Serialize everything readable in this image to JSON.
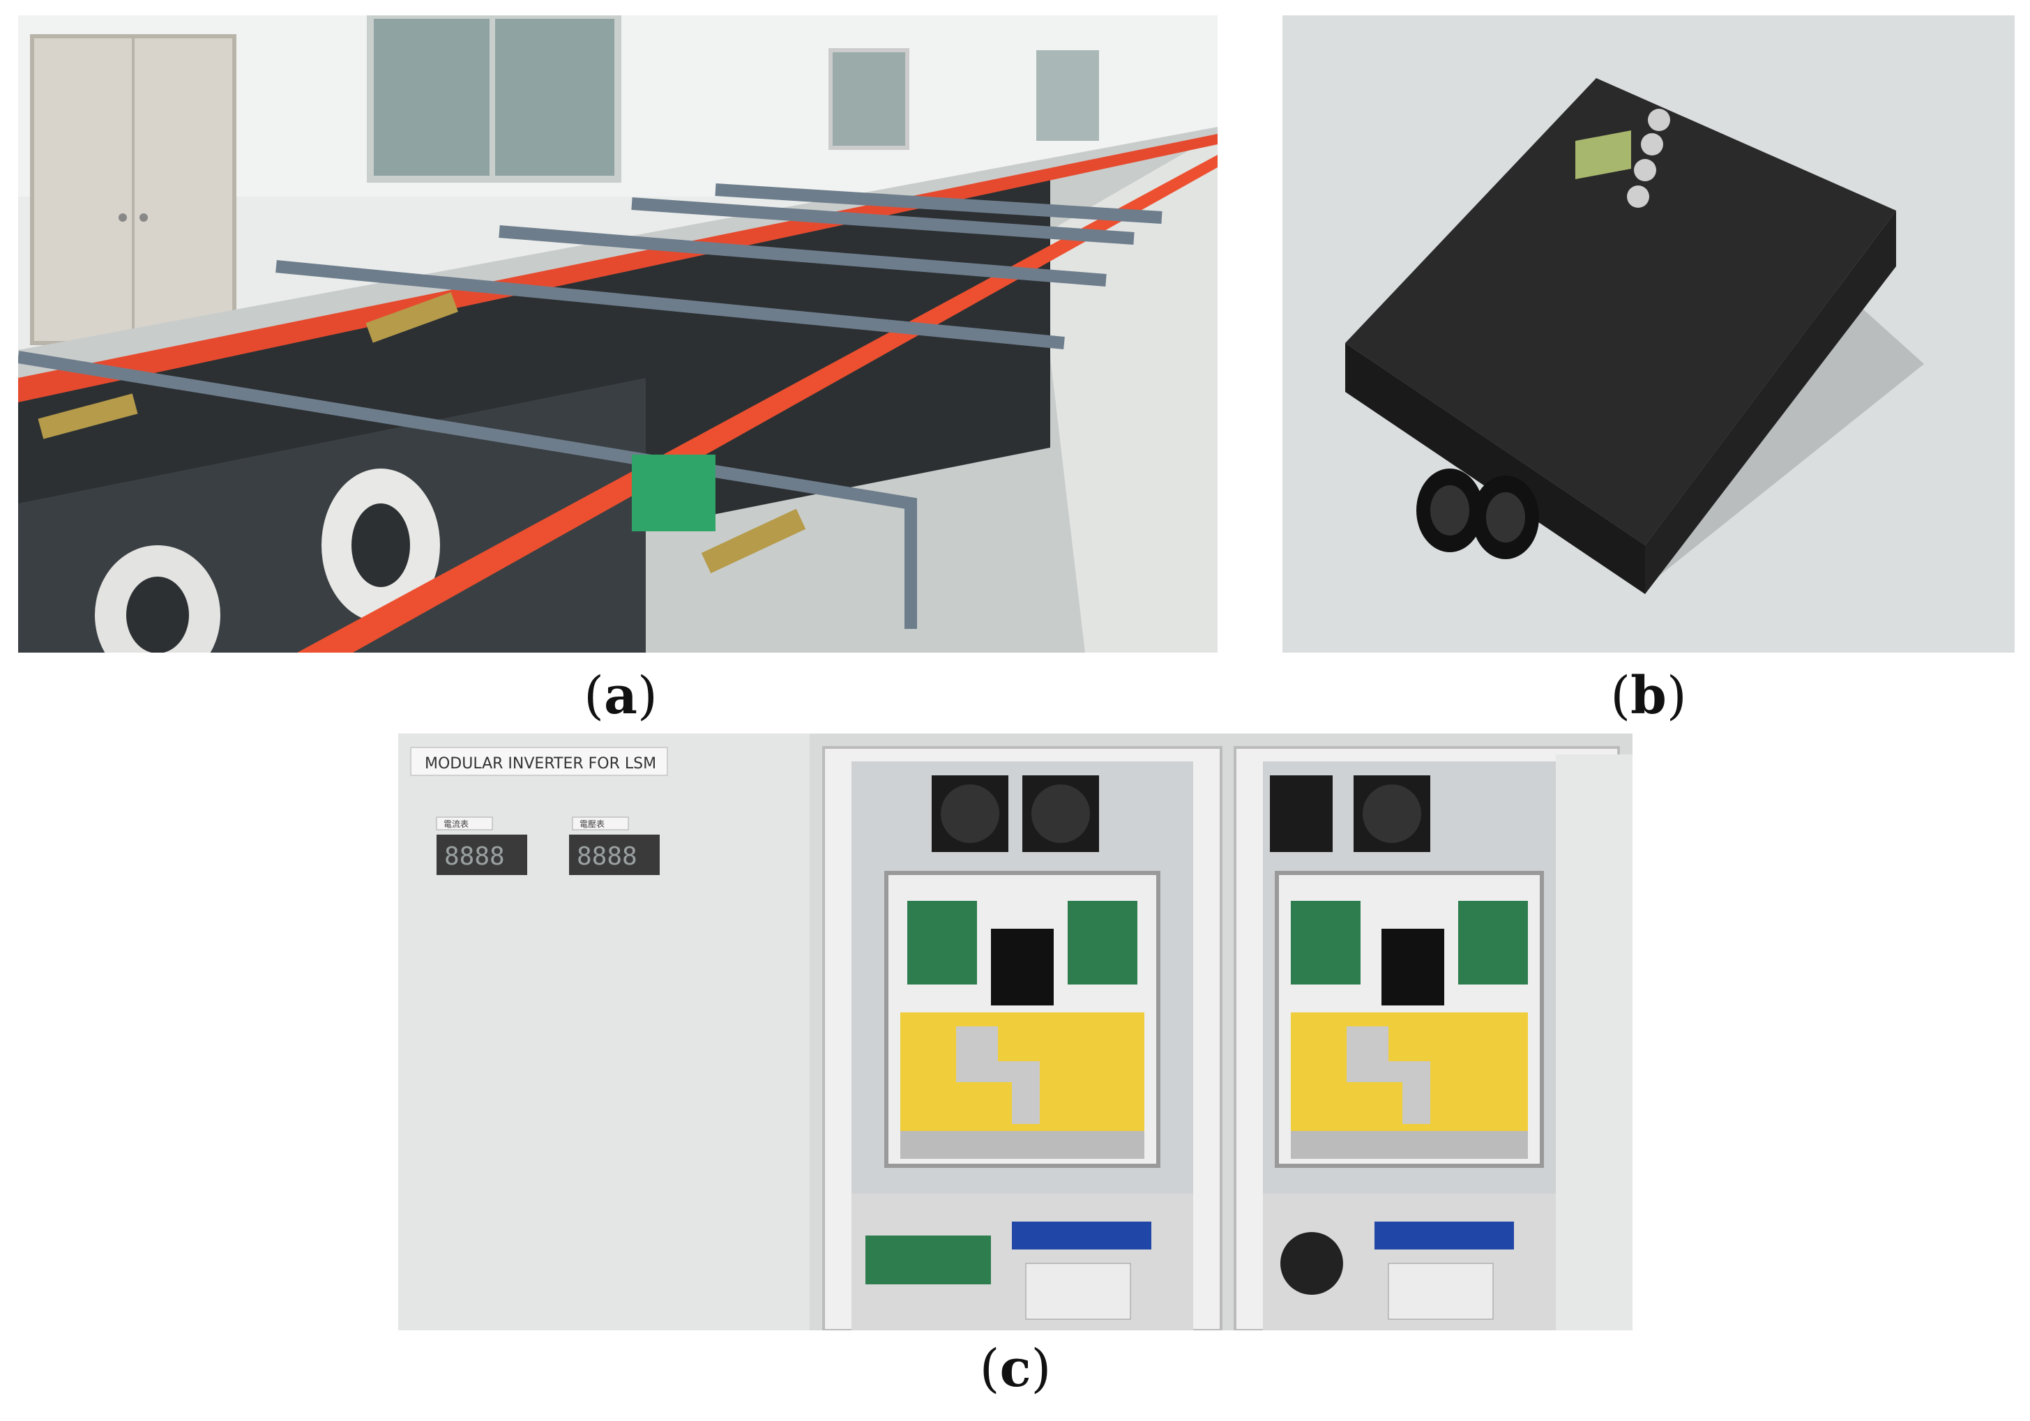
{
  "figure": {
    "panels": [
      {
        "id": "a",
        "caption_open": "(",
        "caption_letter": "a",
        "caption_close": ")"
      },
      {
        "id": "b",
        "caption_open": "(",
        "caption_letter": "b",
        "caption_close": ")"
      },
      {
        "id": "c",
        "caption_open": "(",
        "caption_letter": "c",
        "caption_close": ")"
      }
    ],
    "cabinet_label": "MODULAR INVERTER FOR LSM",
    "meter_left_tag": "電流表",
    "meter_right_tag": "電壓表",
    "meter_left_value": "8888",
    "meter_right_value": "8888"
  }
}
